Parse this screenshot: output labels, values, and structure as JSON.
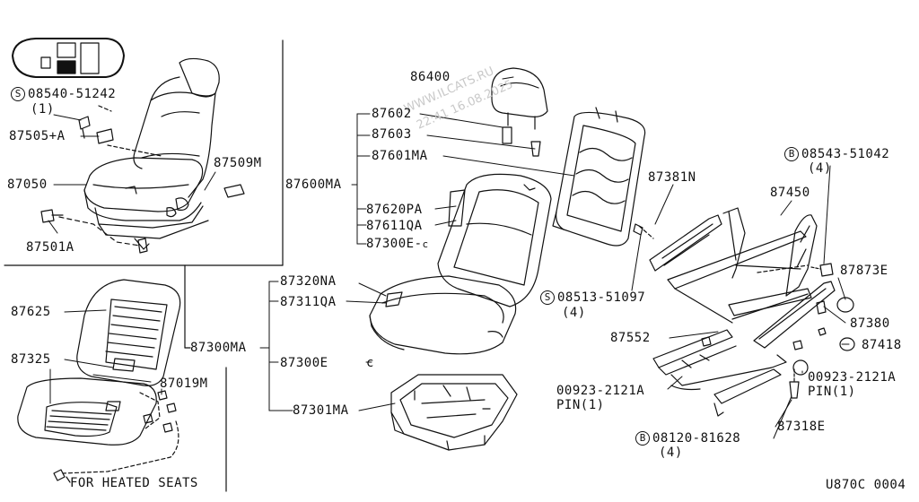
{
  "labels": {
    "p08540": "08540-51242",
    "p08540_qty": "(1)",
    "p87505": "87505+A",
    "p87050": "87050",
    "p87509": "87509M",
    "p87501": "87501A",
    "p87600": "87600MA",
    "p87602": "87602",
    "p87603": "87603",
    "p87601": "87601MA",
    "p87620": "87620PA",
    "p87611": "87611QA",
    "p87300e_top": "87300E-",
    "p86400": "86400",
    "p87381": "87381N",
    "p87450": "87450",
    "p08543": "08543-51042",
    "p08543_qty": "(4)",
    "p87873": "87873E",
    "p08513": "08513-51097",
    "p08513_qty": "(4)",
    "p87380": "87380",
    "p87418": "87418",
    "p87552": "87552",
    "p00923_right": "00923-2121A",
    "pin_right": "PIN(1)",
    "p00923_left": "00923-2121A",
    "pin_left": "PIN(1)",
    "p08120": "08120-81628",
    "p08120_qty": "(4)",
    "p87318": "87318E",
    "p87320": "87320NA",
    "p87311": "87311QA",
    "p87300e_mid": "87300E",
    "p87301": "87301MA",
    "p87300ma": "87300MA",
    "p87625": "87625",
    "p87325": "87325",
    "p87019": "87019M",
    "heated_note": "FOR HEATED SEATS",
    "diagram_code": "U870C 0004"
  },
  "symbols": {
    "screw_symbol": "S",
    "bolt_symbol": "B",
    "clip_symbol": "c"
  },
  "watermark": {
    "line1": "WWW.ILCATS.RU",
    "line2": "22:41 16.08.2025"
  }
}
